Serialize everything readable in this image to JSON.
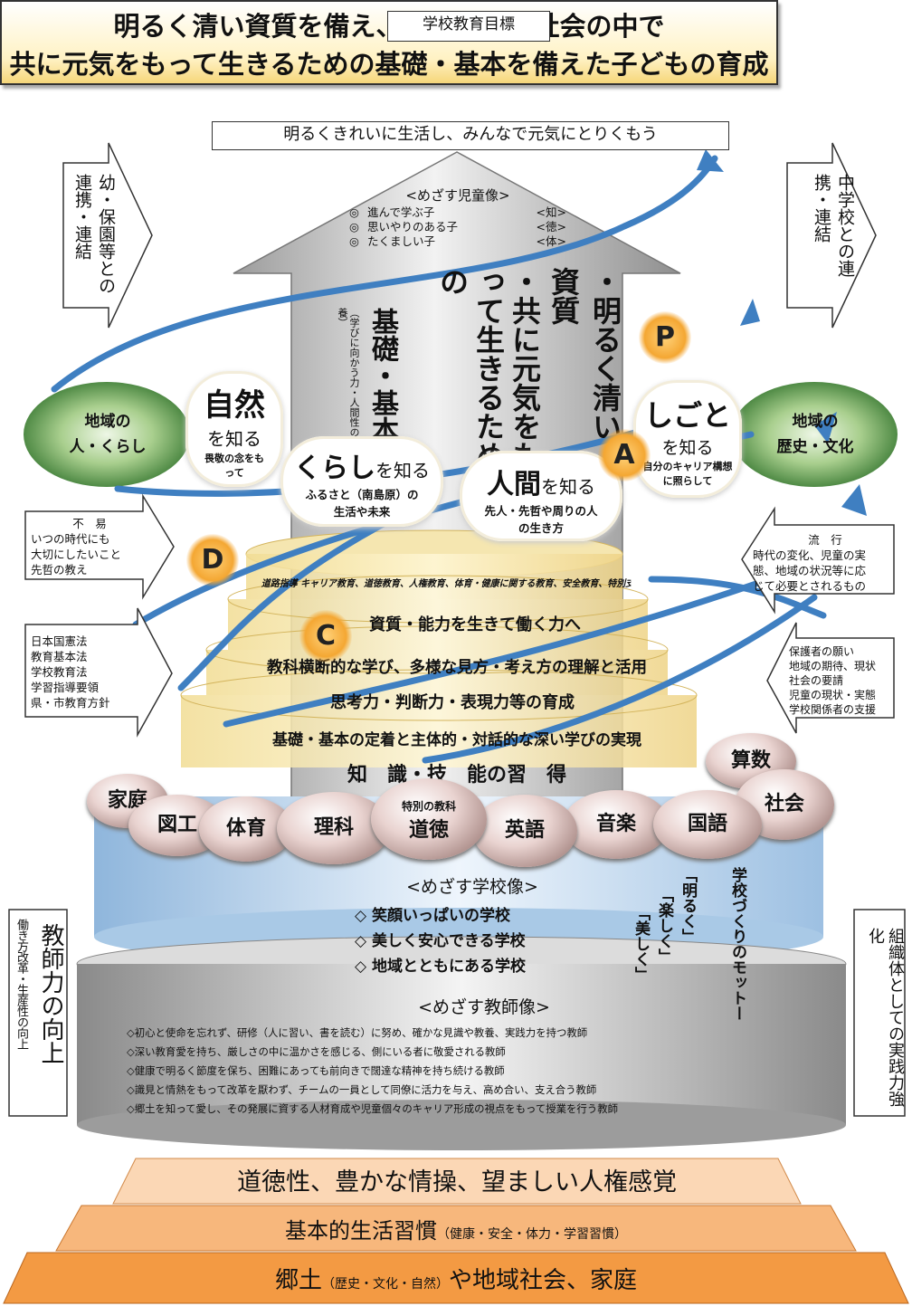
{
  "header": {
    "goal_label": "学校教育目標",
    "goal_line1": "明るく清い資質を備え、これからの社会の中で",
    "goal_line2": "共に元気をもって生きるための基礎・基本を備えた子どもの育成",
    "slogan": "明るくきれいに生活し、みんなで元気にとりくもう"
  },
  "left_links": {
    "top_arrow": "幼・保園等との連携・連結",
    "community_left": "地域の\n人・くらし",
    "unchanging_title": "不　易",
    "unchanging_lines": [
      "いつの時代にも",
      "大切にしたいこと",
      "先哲の教え"
    ],
    "laws": [
      "日本国憲法",
      "教育基本法",
      "学校教育法",
      "学習指導要領",
      "県・市教育方針"
    ],
    "teacher_power": "教師力の向上",
    "workstyle": "働き方改革・生産性の向上"
  },
  "right_links": {
    "top_arrow": "中学校との連携・連結",
    "community_right": "地域の\n歴史・文化",
    "trend_title": "流　行",
    "trend_lines": [
      "時代の変化、児童の実",
      "態、地域の状況等に応",
      "じて必要とされるもの"
    ],
    "wishes": [
      "保護者の願い",
      "地域の期待、現状",
      "社会の要請",
      "児童の現状・実態",
      "学校関係者の支援"
    ],
    "org_power": "組織体としての実践力強化"
  },
  "child_image": {
    "title": "<めざす児童像>",
    "items": [
      {
        "mark": "◎",
        "text": "進んで学ぶ子",
        "tag": "<知>"
      },
      {
        "mark": "◎",
        "text": "思いやりのある子",
        "tag": "<徳>"
      },
      {
        "mark": "◎",
        "text": "たくましい子",
        "tag": "<体>"
      }
    ],
    "col1": "・明るく清い資質",
    "col2": "・共に元気をもって生きるための",
    "col3": "基礎・基本",
    "col4": "（学びに向かう力・人間性の涵養）"
  },
  "clouds": {
    "nature_big": "自然",
    "nature_rest": "を知る",
    "nature_sub": "畏敬の念をもって",
    "life_big": "くらし",
    "life_rest": "を知る",
    "life_sub": "ふるさと（南島原）の生活や未来",
    "human_big": "人間",
    "human_rest": "を知る",
    "human_sub": "先人・先哲や周りの人の生き方",
    "work_big": "しごと",
    "work_rest": "を知る",
    "work_sub": "自分のキャリア構想に照らして"
  },
  "cycle": {
    "p": "P",
    "a": "A",
    "c": "C",
    "d": "D"
  },
  "tiers": {
    "t1": "道路指導 キャリア教育、道徳教育、人権教育、体育・健康に関する教育、安全教育、特別支援教育 等",
    "t2": "資質・能力を生きて働く力へ",
    "t3": "教科横断的な学び、多様な見方・考え方の理解と活用",
    "t4": "思考力・判断力・表現力等の育成",
    "t5": "基礎・基本の定着と主体的・対話的な深い学びの実現",
    "t6": "知　識・技　能の習　得"
  },
  "subjects": {
    "home": "家庭",
    "art": "図工",
    "pe": "体育",
    "science": "理科",
    "moral_small": "特別の教科",
    "moral": "道徳",
    "english": "英語",
    "music": "音楽",
    "japanese": "国語",
    "math": "算数",
    "social": "社会"
  },
  "school_image": {
    "title": "<めざす学校像>",
    "items": [
      "◇ 笑顔いっぱいの学校",
      "◇ 美しく安心できる学校",
      "◇ 地域とともにある学校"
    ],
    "motto_title": "学校づくりのモットー",
    "motto": [
      "「明るく」",
      "「楽しく」",
      "「美しく」"
    ]
  },
  "teacher_image": {
    "title": "<めざす教師像>",
    "items": [
      "◇初心と使命を忘れず、研修（人に習い、書を読む）に努め、確かな見識や教養、実践力を持つ教師",
      "◇深い教育愛を持ち、厳しさの中に温かさを感じる、側にいる者に敬愛される教師",
      "◇健康で明るく節度を保ち、困難にあっても前向きで闊達な精神を持ち続ける教師",
      "◇識見と情熱をもって改革を厭わず、チームの一員として同僚に活力を与え、高め合い、支え合う教師",
      "◇郷土を知って愛し、その発展に資する人材育成や児童個々のキャリア形成の視点をもって授業を行う教師"
    ]
  },
  "foundation": {
    "f1": "道徳性、豊かな情操、望ましい人権感覚",
    "f2_main": "基本的生活習慣",
    "f2_sub": "（健康・安全・体力・学習習慣）",
    "f3_a": "郷土",
    "f3_sub": "（歴史・文化・自然）",
    "f3_b": "や地域社会、家庭"
  },
  "colors": {
    "goal_fill": "#fff2c4",
    "accent_orange": "#f4a733",
    "base_orange": "#f39a43",
    "flow_blue": "#3f7fc1",
    "green": "#4f8a45"
  }
}
